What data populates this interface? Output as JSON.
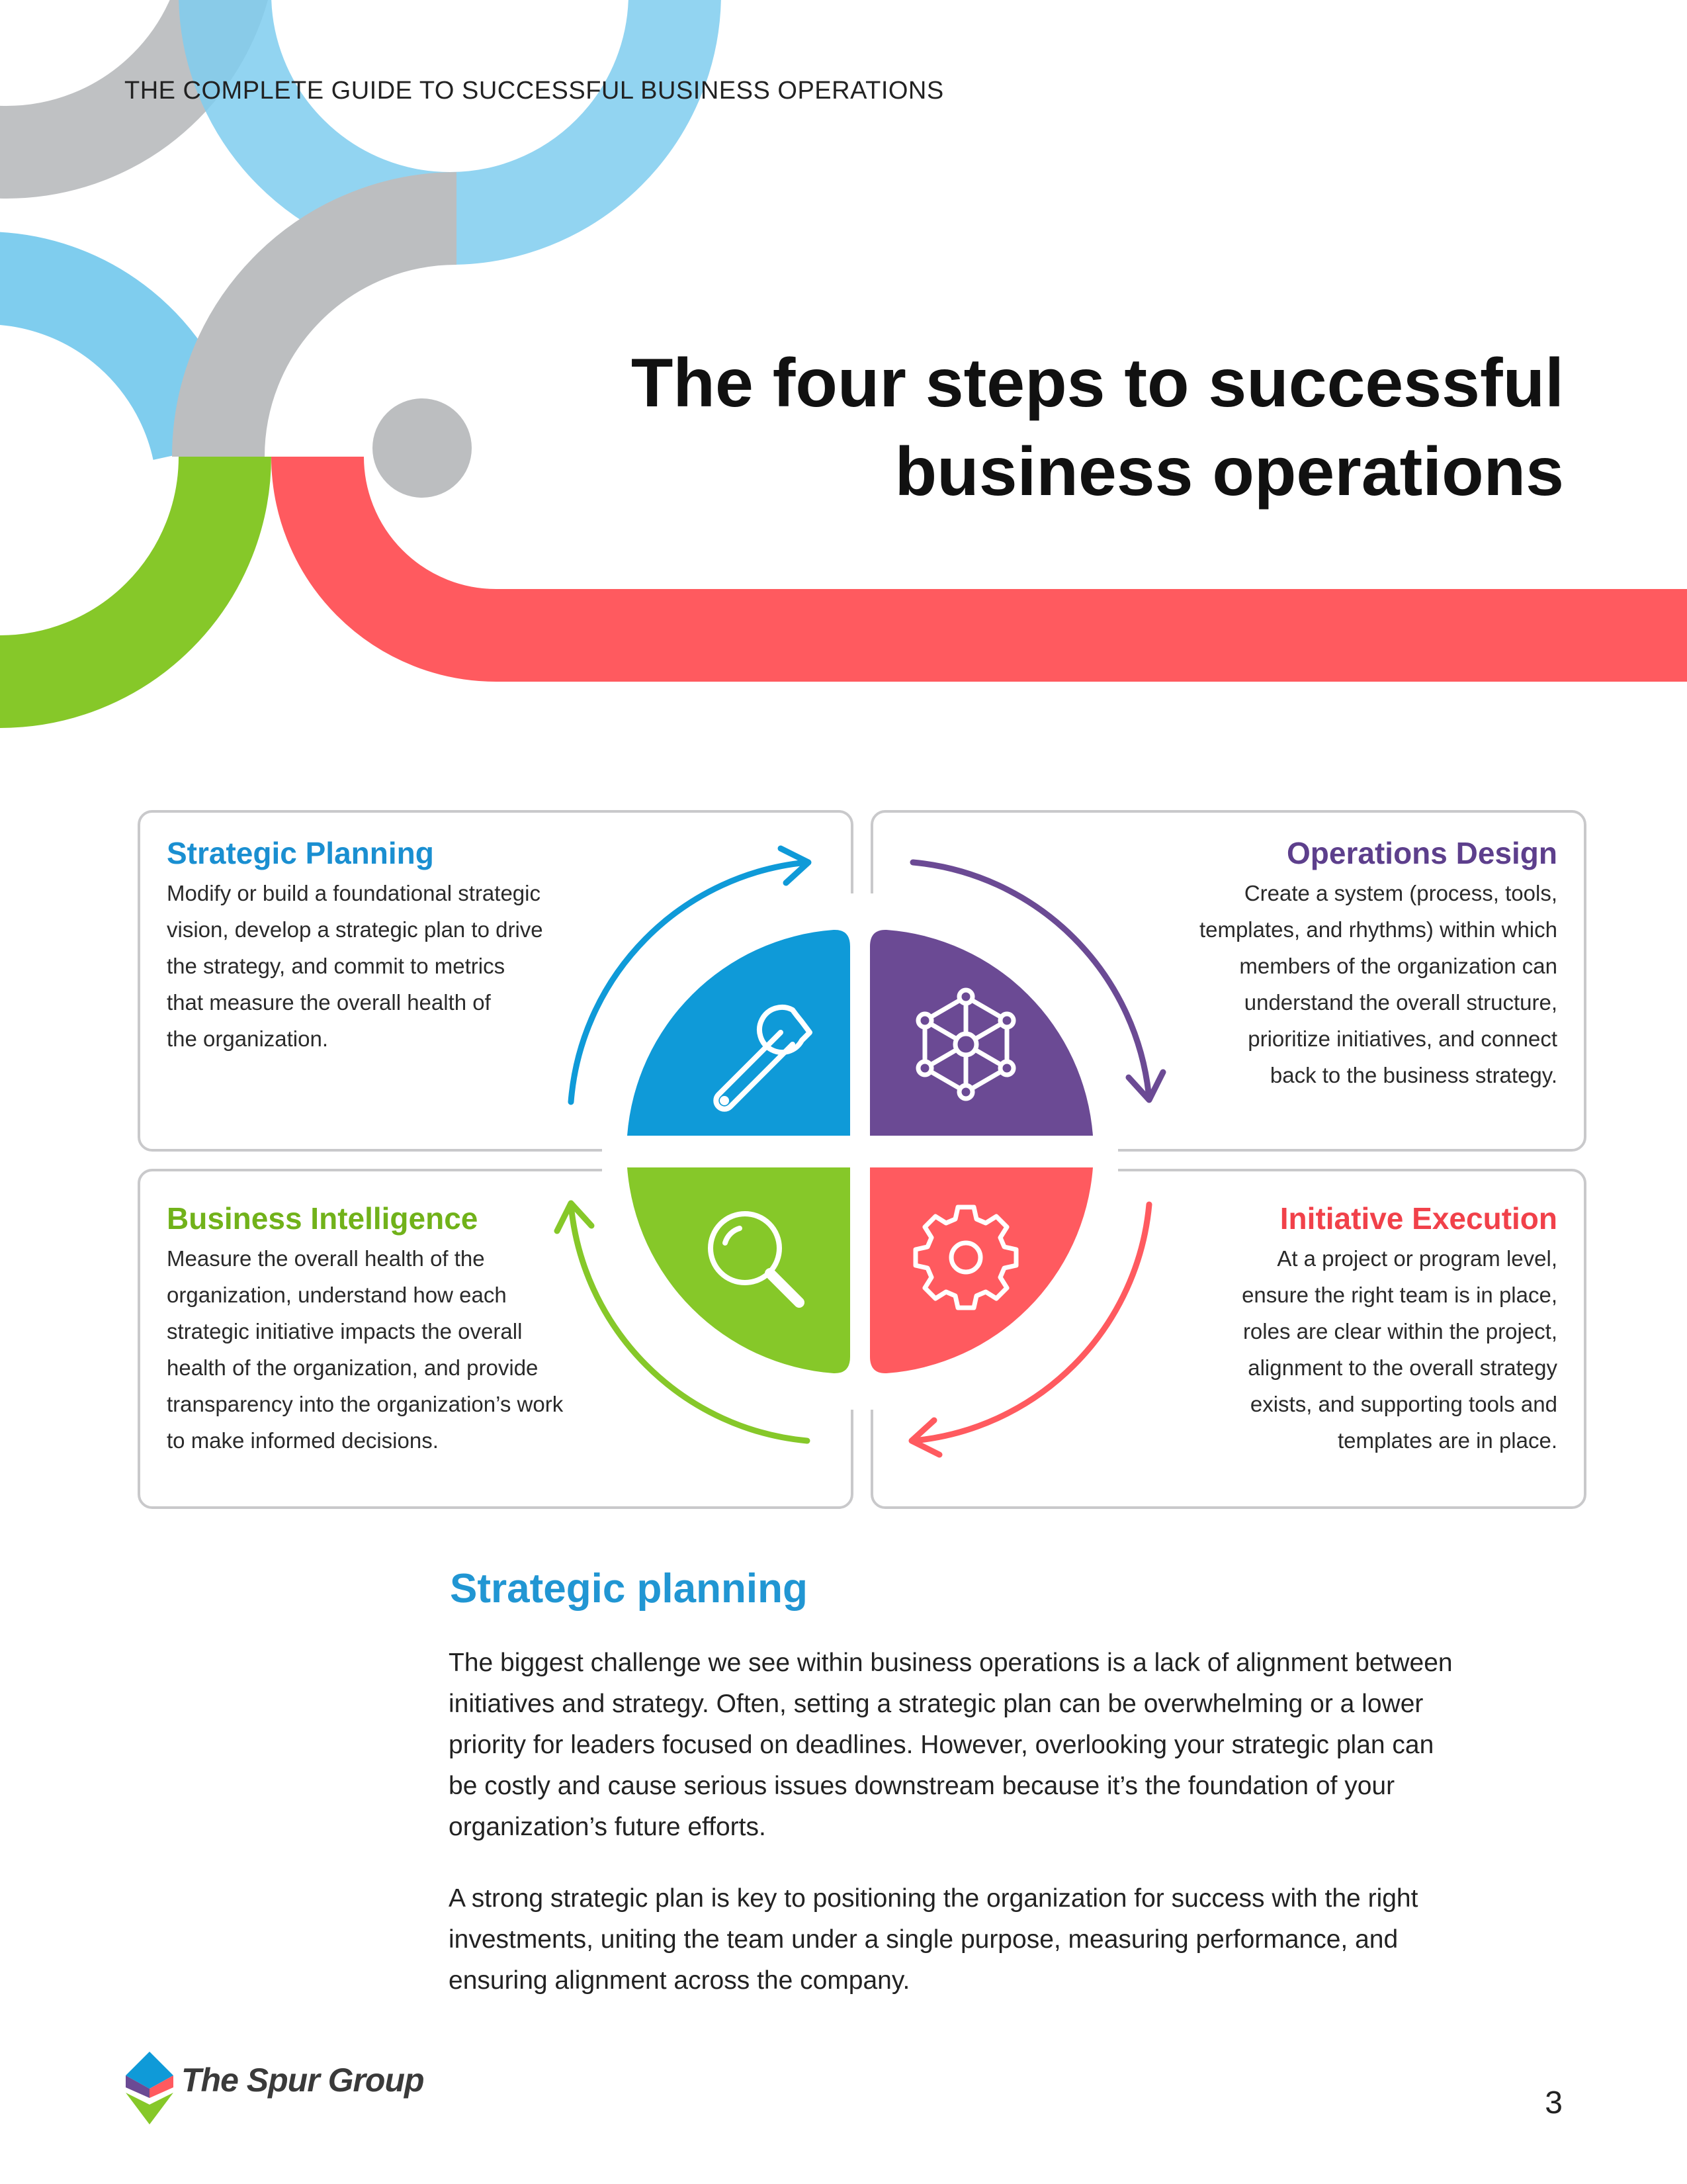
{
  "header": {
    "running_title": "THE COMPLETE GUIDE TO SUCCESSFUL BUSINESS OPERATIONS"
  },
  "title": {
    "line1": "The four steps to successful",
    "line2": "business operations"
  },
  "colors": {
    "blue": "#0f9ad8",
    "purple": "#6b4a94",
    "green": "#86c829",
    "red": "#ff5a5f",
    "gray": "#bcbec0",
    "light_blue": "#7fcdee"
  },
  "steps": [
    {
      "title": "Strategic Planning",
      "color": "#1a8fd1",
      "icon": "wrench-icon",
      "lines": [
        "Modify or build a foundational strategic",
        "vision, develop a strategic plan to drive",
        "the strategy, and commit to metrics",
        "that measure the overall health of",
        "the organization."
      ]
    },
    {
      "title": "Operations Design",
      "color": "#5d3f8c",
      "icon": "network-icon",
      "lines": [
        "Create a system (process, tools,",
        "templates, and rhythms) within which",
        "members of the organization can",
        "understand the overall structure,",
        "prioritize initiatives, and connect",
        "back to the business strategy."
      ]
    },
    {
      "title": "Business Intelligence",
      "color": "#71b21a",
      "icon": "magnifier-icon",
      "lines": [
        "Measure the overall health of the",
        "organization, understand how each",
        "strategic initiative impacts the overall",
        "health of the organization, and provide",
        "transparency into the organization’s work",
        "to make informed decisions."
      ]
    },
    {
      "title": "Initiative Execution",
      "color": "#f1414a",
      "icon": "gear-icon",
      "lines": [
        "At a project or program level,",
        "ensure the right team is in place,",
        "roles are clear within the project,",
        "alignment to the overall strategy",
        "exists, and supporting tools and",
        "templates are in place."
      ]
    }
  ],
  "section": {
    "heading": "Strategic planning",
    "p1": [
      "The biggest challenge we see within business operations is a lack of alignment between",
      "initiatives and strategy. Often, setting a strategic plan can be overwhelming or a lower",
      "priority for leaders focused on deadlines. However, overlooking your strategic plan can",
      "be costly and cause serious issues downstream because it’s the foundation of your",
      "organization’s future efforts."
    ],
    "p2": [
      "A strong strategic plan is key to positioning the organization for success with the right",
      "investments, uniting the team under a single purpose, measuring performance, and",
      "ensuring alignment across the company."
    ]
  },
  "footer": {
    "logo_text": "The Spur Group",
    "page_number": "3"
  }
}
